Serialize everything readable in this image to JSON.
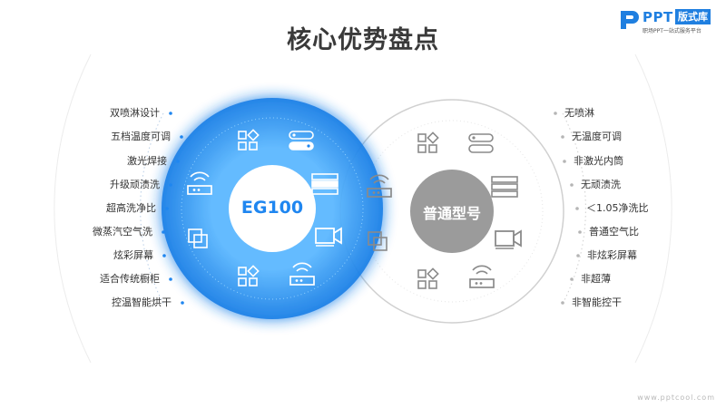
{
  "title": "核心优势盘点",
  "logo": {
    "brand": "PPT",
    "badge": "版式库",
    "tagline": "职场PPT一站式服务平台"
  },
  "left_center_label": "EG100",
  "right_center_label": "普通型号",
  "left_features": [
    "双喷淋设计",
    "五档温度可调",
    "激光焊接",
    "升级顽渍洗",
    "超高洗净比",
    "微蒸汽空气洗",
    "炫彩屏幕",
    "适合传统橱柜",
    "控温智能烘干"
  ],
  "right_features": [
    "无喷淋",
    "无温度可调",
    "非激光内筒",
    "无顽渍洗",
    "＜1.05净洗比",
    "普通空气比",
    "非炫彩屏幕",
    "非超薄",
    "非智能控干"
  ],
  "icons": [
    "grid-diamond-icon",
    "toggle-switch-icon",
    "server-rack-icon",
    "video-camera-icon",
    "router-icon",
    "grid-diamond-icon",
    "layers-square-icon",
    "wifi-router-icon"
  ],
  "colors": {
    "accent": "#1f86f0",
    "accent_light": "#5cb8ff",
    "grey_ring": "#cfcfcf",
    "grey_center": "#9a9a9a",
    "text": "#333333"
  },
  "footer": "www.pptcool.com"
}
